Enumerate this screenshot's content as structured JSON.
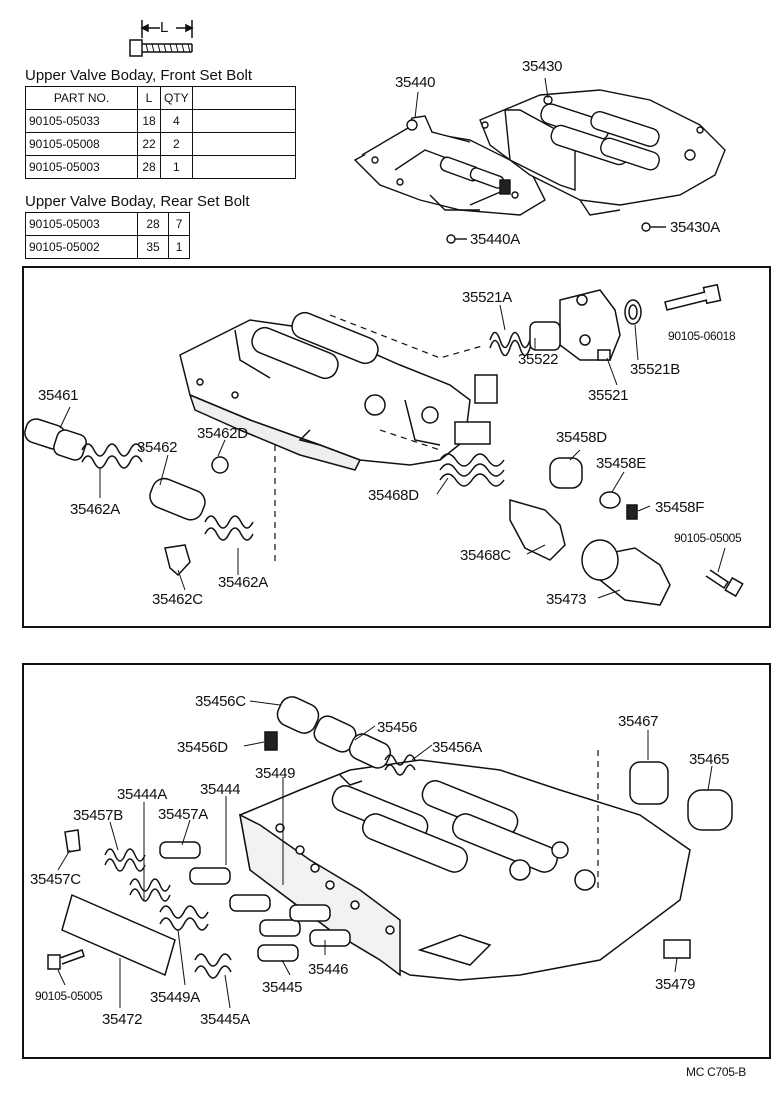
{
  "bolt_dimension_label": "L",
  "front_table": {
    "title": "Upper Valve Boday, Front Set Bolt",
    "headers": [
      "PART NO.",
      "L",
      "QTY"
    ],
    "rows": [
      [
        "90105-05033",
        "18",
        "4"
      ],
      [
        "90105-05008",
        "22",
        "2"
      ],
      [
        "90105-05003",
        "28",
        "1"
      ]
    ]
  },
  "rear_table": {
    "title": "Upper Valve Boday, Rear Set Bolt",
    "rows": [
      [
        "90105-05003",
        "28",
        "7"
      ],
      [
        "90105-05002",
        "35",
        "1"
      ]
    ]
  },
  "top_labels": {
    "p35440": "35440",
    "p35430": "35430",
    "p35440A": "35440A",
    "p35430A": "35430A"
  },
  "middle_labels": {
    "p35521A": "35521A",
    "p90105_06018": "90105-06018",
    "p35522": "35522",
    "p35521B": "35521B",
    "p35521": "35521",
    "p35461": "35461",
    "p35462D": "35462D",
    "p35462": "35462",
    "p35458D": "35458D",
    "p35458E": "35458E",
    "p35468D": "35468D",
    "p35458F": "35458F",
    "p35462A_1": "35462A",
    "p90105_05005a": "90105-05005",
    "p35468C": "35468C",
    "p35462A_2": "35462A",
    "p35473": "35473",
    "p35462C": "35462C"
  },
  "bottom_labels": {
    "p35456C": "35456C",
    "p35456": "35456",
    "p35467": "35467",
    "p35456D": "35456D",
    "p35456A": "35456A",
    "p35465": "35465",
    "p35449": "35449",
    "p35444A": "35444A",
    "p35444": "35444",
    "p35457B": "35457B",
    "p35457A": "35457A",
    "p35457C": "35457C",
    "p35446": "35446",
    "p35445": "35445",
    "p35479": "35479",
    "p90105_05005b": "90105-05005",
    "p35449A": "35449A",
    "p35472": "35472",
    "p35445A": "35445A"
  },
  "footer_code": "MC  C705-B"
}
